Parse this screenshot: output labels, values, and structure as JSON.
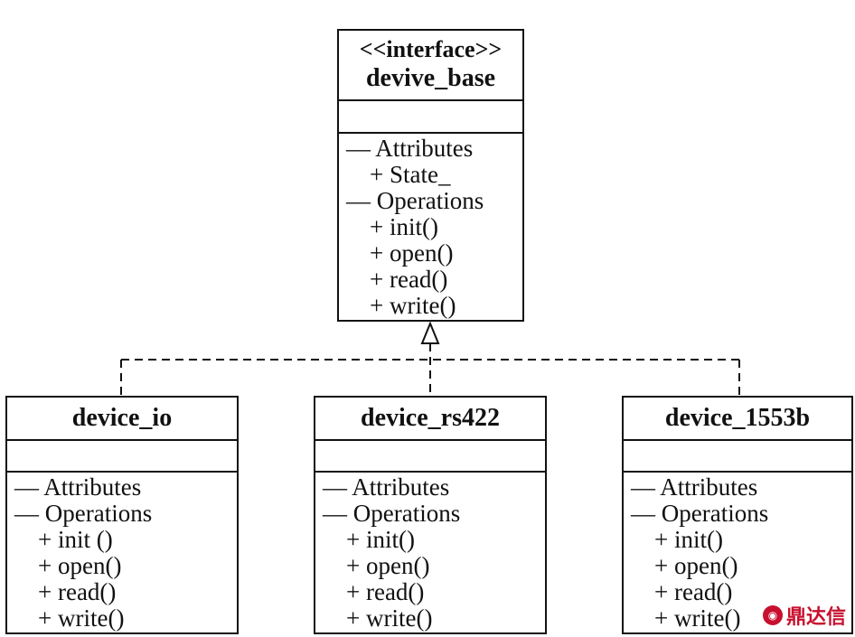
{
  "base_class": {
    "stereotype": "<<interface>>",
    "name": "devive_base",
    "attributes_header": "— Attributes",
    "attributes": [
      "+ State_"
    ],
    "operations_header": "— Operations",
    "operations": [
      "+ init()",
      "+ open()",
      "+ read()",
      "+ write()"
    ]
  },
  "derived_classes": [
    {
      "name": "device_io",
      "attributes_header": "— Attributes",
      "operations_header": "— Operations",
      "operations": [
        "+ init ()",
        "+ open()",
        "+ read()",
        "+ write()"
      ]
    },
    {
      "name": "device_rs422",
      "attributes_header": "— Attributes",
      "operations_header": "— Operations",
      "operations": [
        "+ init()",
        "+ open()",
        "+ read()",
        "+ write()"
      ]
    },
    {
      "name": "device_1553b",
      "attributes_header": "— Attributes",
      "operations_header": "— Operations",
      "operations": [
        "+ init()",
        "+ open()",
        "+ read()",
        "+ write()"
      ]
    }
  ],
  "relationship": {
    "type": "realization",
    "style": "dashed line with hollow triangle"
  },
  "watermark": {
    "text": "鼎达信",
    "color": "#c8102e"
  }
}
